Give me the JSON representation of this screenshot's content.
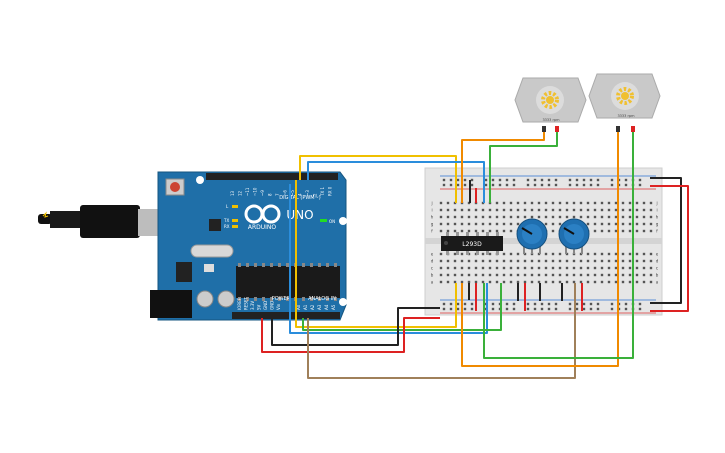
{
  "arduino": {
    "brand": "ARDUINO",
    "model": "UNO",
    "digital_header": "DIGITAL (PWM~)",
    "power_header": "POWER",
    "analog_header": "ANALOG IN",
    "on_label": "ON",
    "tx_label": "TX",
    "rx_label": "RX",
    "l_label": "L",
    "aref_label": "AREF",
    "gnd_label": "GND",
    "digital_pins": [
      "13",
      "12",
      "~11",
      "~10",
      "~9",
      "8",
      "7",
      "~6",
      "~5",
      "4",
      "~3",
      "2",
      "TX 1",
      "RX 0"
    ],
    "power_pins": [
      "IOREF",
      "RESET",
      "3.3V",
      "5V",
      "GND",
      "GND",
      "Vin"
    ],
    "analog_pins": [
      "A0",
      "A1",
      "A2",
      "A3",
      "A4",
      "A5"
    ]
  },
  "driver_chip": {
    "label": "L293D"
  },
  "motors": [
    {
      "label": "3333 rpm"
    },
    {
      "label": "3333 rpm"
    }
  ],
  "breadboard": {
    "row_letters_top": [
      "j",
      "i",
      "h",
      "g",
      "f"
    ],
    "row_letters_bottom": [
      "e",
      "d",
      "c",
      "b",
      "a"
    ]
  },
  "colors": {
    "board": "#1f6fa8",
    "breadboard": "#e6e6e6",
    "wire_red": "#d22",
    "wire_black": "#222",
    "wire_yellow": "#f0c000",
    "wire_blue": "#2a8ddc",
    "wire_green": "#3ab03a",
    "wire_orange": "#f08a00",
    "wire_brown": "#a0805a",
    "pot": "#1f6fb0",
    "motor": "#c9c9c9",
    "gear": "#f0c030"
  }
}
